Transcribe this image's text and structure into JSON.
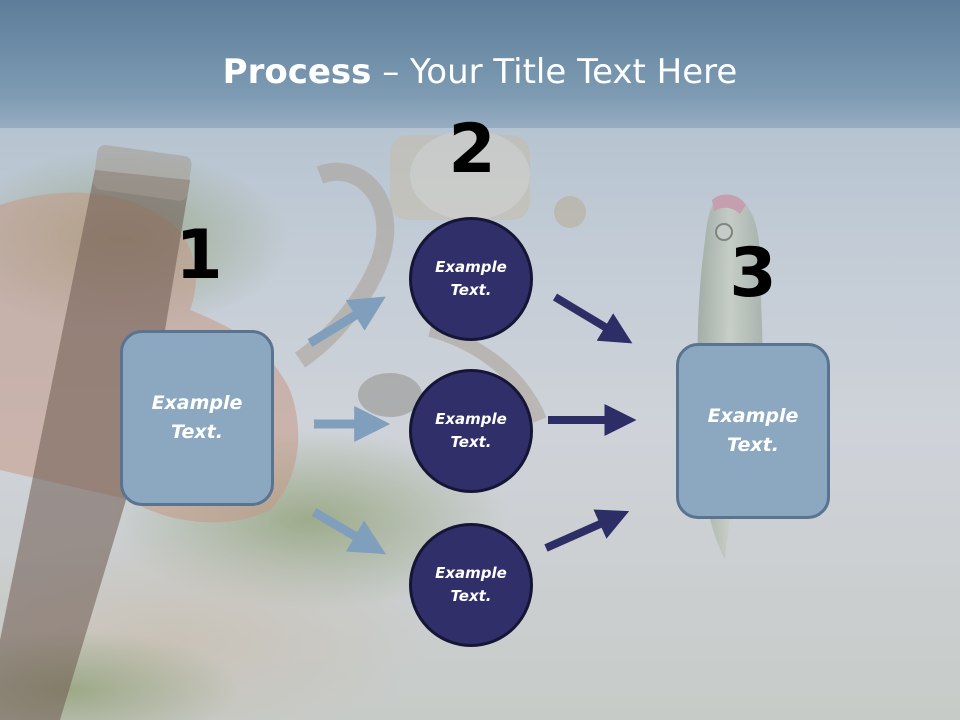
{
  "slide": {
    "title_bold": "Process",
    "title_separator": " – ",
    "title_rest": "Your Title Text Here"
  },
  "steps": {
    "one": "1",
    "two": "2",
    "three": "3"
  },
  "boxes": {
    "left": "Example Text.",
    "right": "Example Text."
  },
  "circles": {
    "top": "Example Text.",
    "middle": "Example Text.",
    "bottom": "Example Text."
  },
  "colors": {
    "title_band": "#6d8ca6",
    "box_fill": "#8ba8c0",
    "circle_fill": "#302f6a",
    "light_arrow": "#7f9fbc",
    "dark_arrow": "#2e2e66"
  }
}
